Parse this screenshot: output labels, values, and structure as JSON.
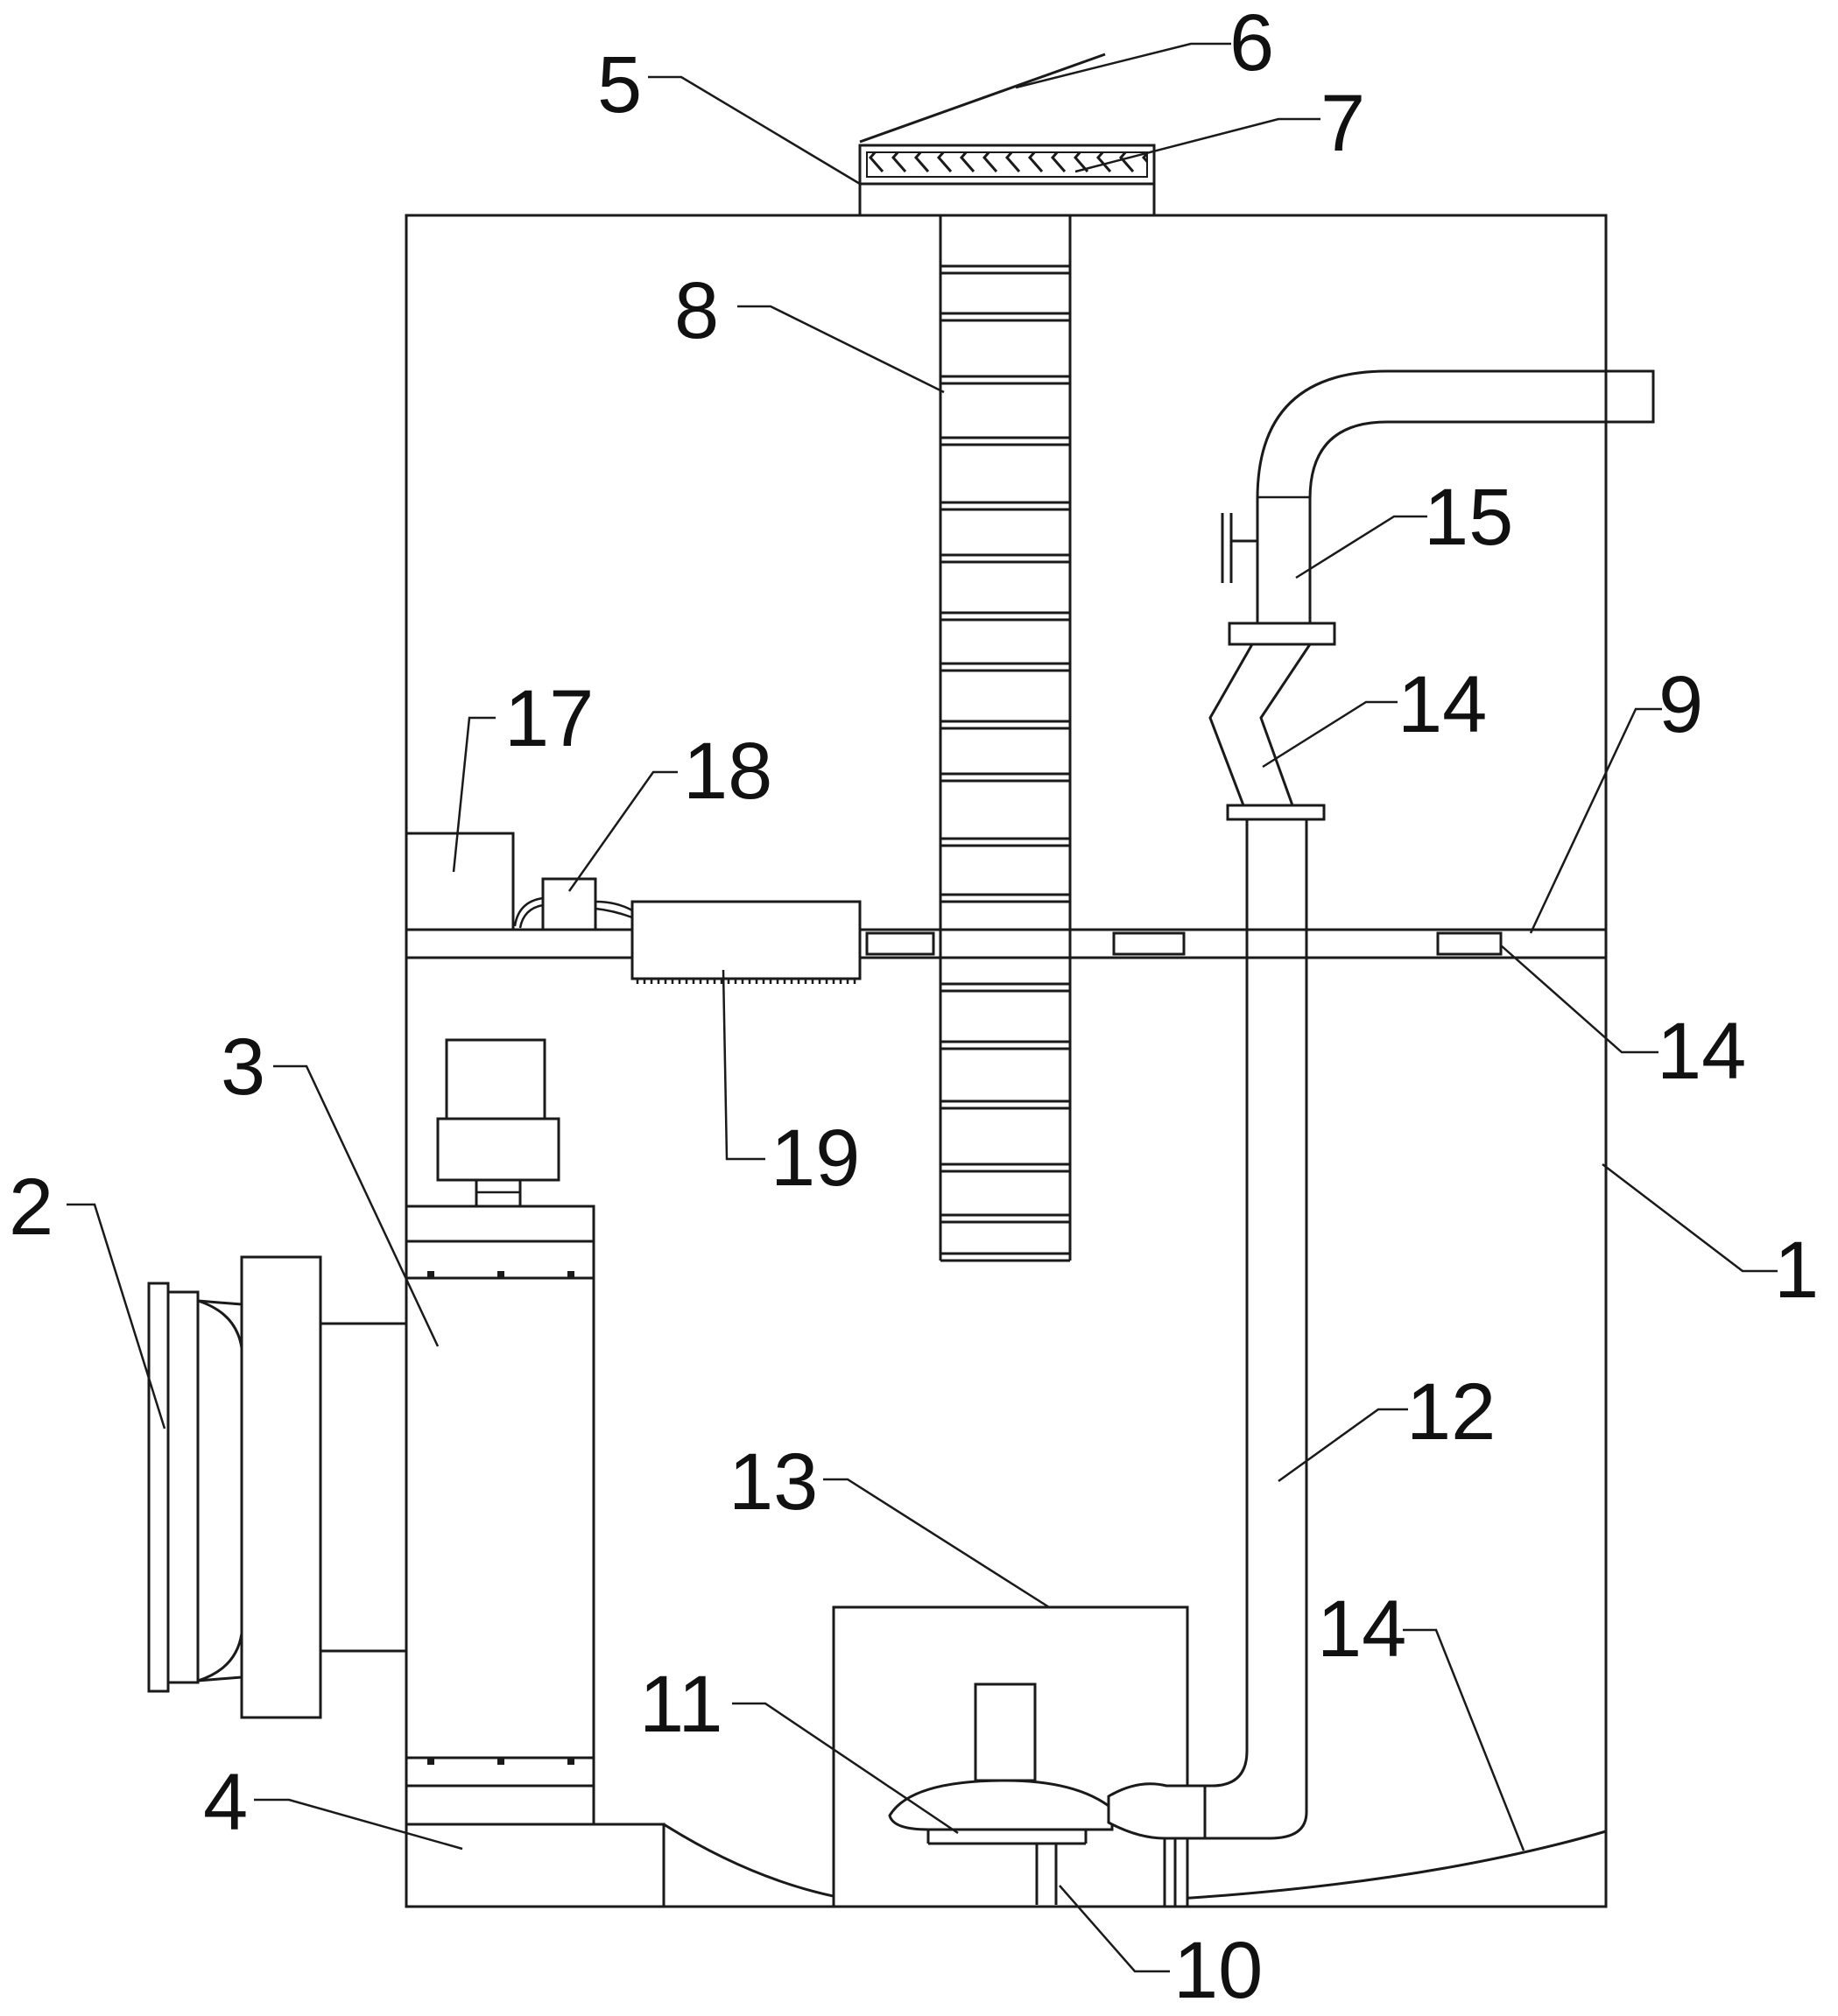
{
  "labels": {
    "l1": "1",
    "l2": "2",
    "l3": "3",
    "l4": "4",
    "l5": "5",
    "l6": "6",
    "l7": "7",
    "l8": "8",
    "l9": "9",
    "l10": "10",
    "l11": "11",
    "l12": "12",
    "l13": "13",
    "l14a": "14",
    "l14b": "14",
    "l14c": "14",
    "l15": "15",
    "l17": "17",
    "l18": "18",
    "l19": "19"
  },
  "colors": {
    "line": "#1a1a1a",
    "background": "#ffffff"
  }
}
